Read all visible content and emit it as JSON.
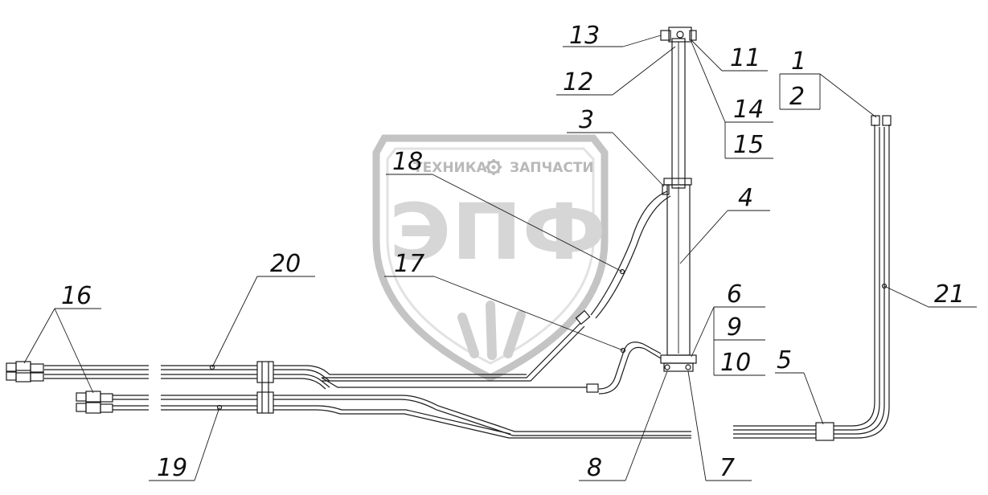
{
  "watermark": {
    "line1_left": "ТЕХНИКА",
    "line1_right": "ЗАПЧАСТИ",
    "logo": "ЭПФ",
    "gear_icon": "gear-icon"
  },
  "callouts": {
    "c1": "1",
    "c2": "2",
    "c3": "3",
    "c4": "4",
    "c5": "5",
    "c6": "6",
    "c7": "7",
    "c8": "8",
    "c9": "9",
    "c10": "10",
    "c11": "11",
    "c12": "12",
    "c13": "13",
    "c14": "14",
    "c15": "15",
    "c16": "16",
    "c17": "17",
    "c18": "18",
    "c19": "19",
    "c20": "20",
    "c21": "21"
  },
  "colors": {
    "line": "#1a1a1a",
    "watermark_dark": "#b9b9b9",
    "watermark_light": "#dcdcdc"
  }
}
